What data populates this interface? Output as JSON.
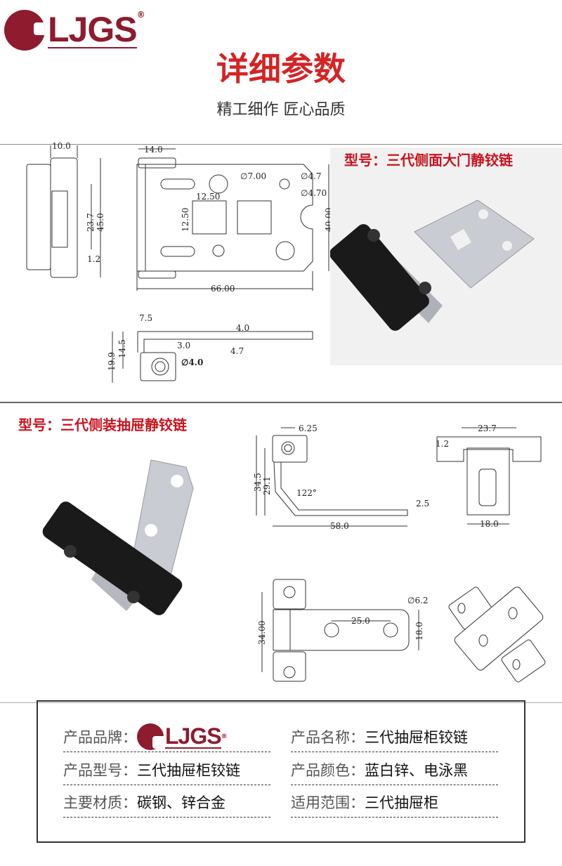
{
  "brand": {
    "logo_text": "LJGS",
    "registered": "®"
  },
  "header": {
    "title": "详细参数",
    "subtitle": "精工细作 匠心品质"
  },
  "section1": {
    "model_title": "型号：三代侧面大门静铰链",
    "dims": {
      "side_width": "10.0",
      "side_inner": "23.7",
      "side_height": "45.0",
      "side_thickness": "1.2",
      "knuckle_width": "14.0",
      "hole_large": "∅7.00",
      "hole_small_a": "∅4.7",
      "hole_small_b": "∅4.70",
      "square_w": "12.50",
      "square_h": "12.50",
      "plate_height": "40.00",
      "plate_length": "66.00",
      "offset": "7.5",
      "plate_t": "4.0",
      "gap": "3.0",
      "boss": "4.7",
      "pin": "∅4.0",
      "total_h": "19.9",
      "axis_h": "14.5"
    }
  },
  "section2": {
    "model_title": "型号：三代侧装抽屉静铰链",
    "dims": {
      "block_w": "6.25",
      "total_h": "34.5",
      "axis_h": "29.1",
      "angle": "122°",
      "thickness": "2.5",
      "length": "58.0",
      "top_w": "23.7",
      "top_t": "1.2",
      "body_w": "18.0",
      "hole": "∅6.2",
      "hole_pitch": "25.0",
      "plate_w": "18.0",
      "knuckle_span": "34.00"
    }
  },
  "specs": [
    {
      "label": "产品品牌：",
      "value": "",
      "logo": true
    },
    {
      "label": "产品名称：",
      "value": "三代抽屉柜铰链"
    },
    {
      "label": "产品型号：",
      "value": "三代抽屉柜铰链"
    },
    {
      "label": "产品颜色：",
      "value": "蓝白锌、电泳黑"
    },
    {
      "label": "主要材质：",
      "value": "碳钢、锌合金"
    },
    {
      "label": "适用范围：",
      "value": "三代抽屉柜"
    }
  ],
  "colors": {
    "brand": "#8e1b2e",
    "title_red": "#d42424"
  }
}
